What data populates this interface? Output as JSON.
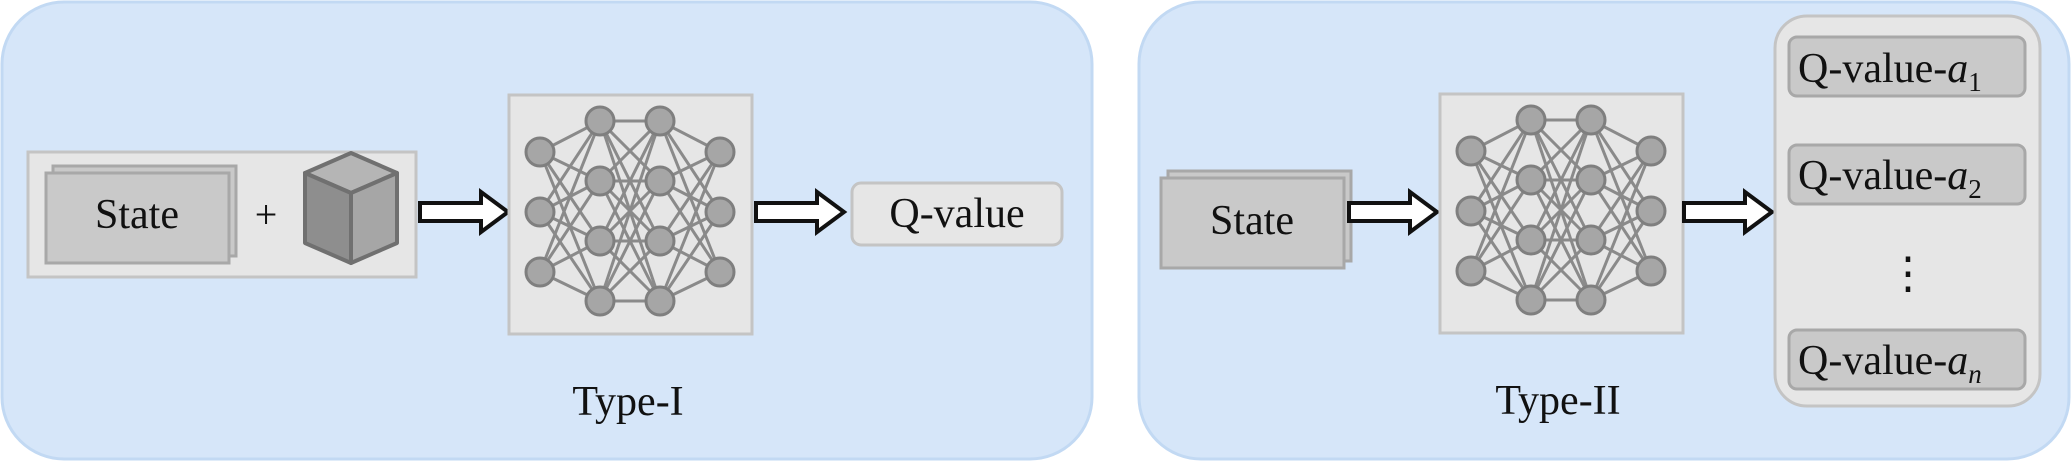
{
  "type1": {
    "caption": "Type-I",
    "state_label": "State",
    "plus": "+",
    "output": "Q-value"
  },
  "type2": {
    "caption": "Type-II",
    "state_label": "State",
    "outputs": [
      {
        "prefix": "Q-value-",
        "var": "a",
        "sub": "1"
      },
      {
        "prefix": "Q-value-",
        "var": "a",
        "sub": "2"
      },
      {
        "prefix": "Q-value-",
        "var": "a",
        "sub": "n"
      }
    ],
    "ellipsis": "⋮"
  },
  "colors": {
    "panel_bg": "#d6e6f9",
    "panel_border": "#c2d9f3",
    "box_bg": "#e6e6e6",
    "box_border": "#c4c4c4",
    "state_bg": "#c9c9c9",
    "state_border": "#a8a8a8",
    "node_fill": "#a6a6a6",
    "node_stroke": "#7f7f7f",
    "edge": "#8a8a8a",
    "arrow_stroke": "#111111"
  }
}
